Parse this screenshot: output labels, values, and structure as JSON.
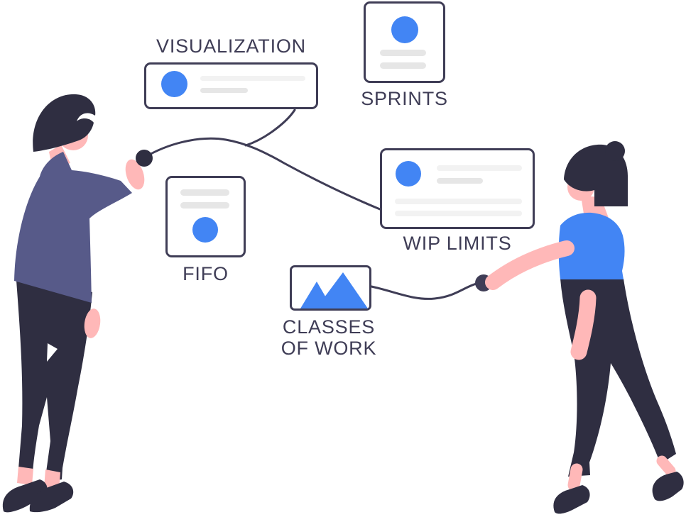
{
  "scene": {
    "description": "Flat illustration of two people connected by curved lines to kanban concept cards",
    "background": "#ffffff",
    "colors": {
      "outline_dark": "#3f3d56",
      "figure_dark": "#2f2e41",
      "sweater_purple": "#575a89",
      "shirt_blue": "#4285f4",
      "accent_blue": "#4285f4",
      "skin": "#ffb8b8",
      "bar_light": "#f2f2f2",
      "bar_gray": "#e6e6e6"
    }
  },
  "nodes": {
    "visualization": {
      "label": "VISUALIZATION"
    },
    "sprints": {
      "label": "SPRINTS"
    },
    "fifo": {
      "label": "FIFO"
    },
    "wip_limits": {
      "label": "WIP LIMITS"
    },
    "classes_of_work": {
      "label_line1": "CLASSES",
      "label_line2": "OF WORK"
    }
  }
}
